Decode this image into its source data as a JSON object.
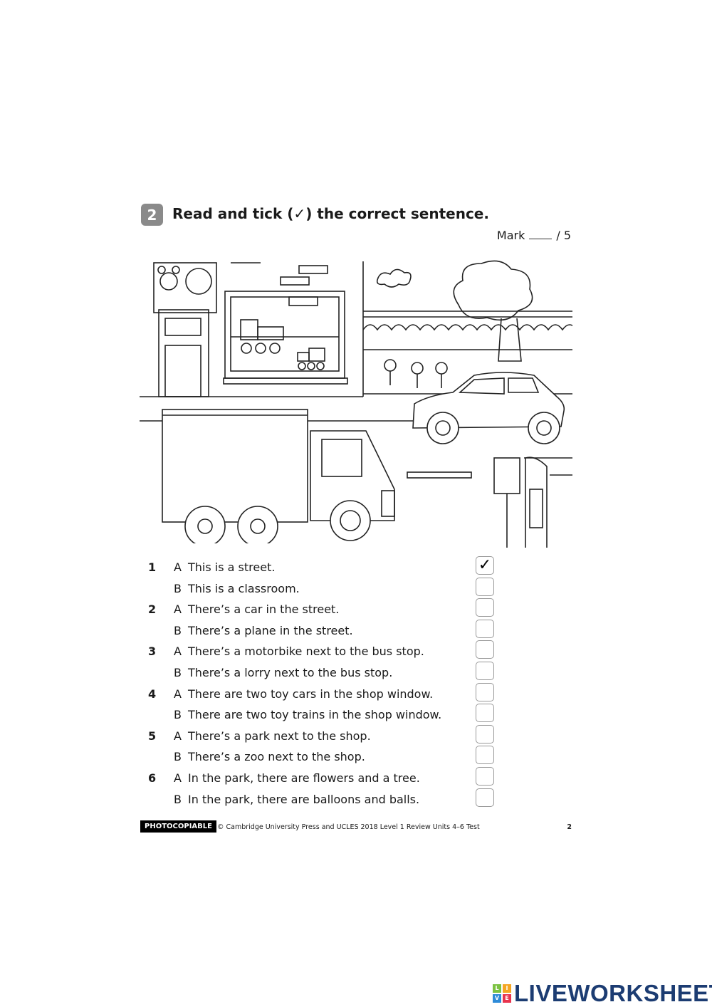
{
  "exercise": {
    "number": "2",
    "title": "Read and tick (✓) the correct sentence.",
    "mark_label": "Mark",
    "mark_total": "/ 5"
  },
  "questions": [
    {
      "number": "1",
      "options": [
        {
          "letter": "A",
          "text": "This is a street.",
          "ticked": true
        },
        {
          "letter": "B",
          "text": "This is a classroom.",
          "ticked": false
        }
      ]
    },
    {
      "number": "2",
      "options": [
        {
          "letter": "A",
          "text": "There’s a car in the street.",
          "ticked": false
        },
        {
          "letter": "B",
          "text": "There’s a plane in the street.",
          "ticked": false
        }
      ]
    },
    {
      "number": "3",
      "options": [
        {
          "letter": "A",
          "text": "There’s a motorbike next to the bus stop.",
          "ticked": false
        },
        {
          "letter": "B",
          "text": "There’s a lorry next to the bus stop.",
          "ticked": false
        }
      ]
    },
    {
      "number": "4",
      "options": [
        {
          "letter": "A",
          "text": "There are two toy cars in the shop window.",
          "ticked": false
        },
        {
          "letter": "B",
          "text": "There are two toy trains in the shop window.",
          "ticked": false
        }
      ]
    },
    {
      "number": "5",
      "options": [
        {
          "letter": "A",
          "text": "There’s a park next to the shop.",
          "ticked": false
        },
        {
          "letter": "B",
          "text": "There’s a zoo next to the shop.",
          "ticked": false
        }
      ]
    },
    {
      "number": "6",
      "options": [
        {
          "letter": "A",
          "text": "In the park, there are flowers and a tree.",
          "ticked": false
        },
        {
          "letter": "B",
          "text": "In the park, there are balloons and balls.",
          "ticked": false
        }
      ]
    }
  ],
  "tick_mark": "✓",
  "footer": {
    "badge": "PHOTOCOPIABLE",
    "copyright": "© Cambridge University Press and UCLES 2018   Level 1 Review Units 4–6 Test",
    "page": "2"
  },
  "watermark": {
    "brand": "LIVEWORKSHEETS",
    "logo_letters": [
      "L",
      "I",
      "V",
      "E"
    ],
    "logo_colors": [
      "#7cc242",
      "#f5a623",
      "#2e8bd8",
      "#e8344e"
    ]
  }
}
